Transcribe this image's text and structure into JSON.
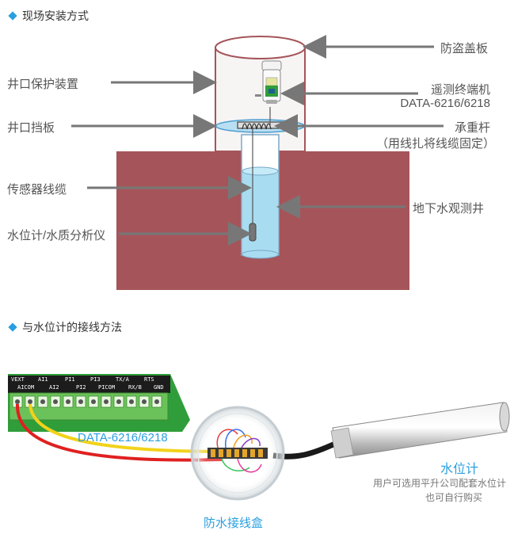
{
  "section1": {
    "title": "现场安装方式"
  },
  "section2": {
    "title": "与水位计的接线方法"
  },
  "labels_left": {
    "well_protection": "井口保护装置",
    "well_baffle": "井口挡板",
    "sensor_cable": "传感器线缆",
    "water_level_meter": "水位计/水质分析仪"
  },
  "labels_right": {
    "anti_theft_cover": "防盗盖板",
    "terminal_line1": "遥测终端机",
    "terminal_line2": "DATA-6216/6218",
    "bearing_rod_line1": "承重杆",
    "bearing_rod_line2": "（用线扎将线缆固定）",
    "groundwater_well": "地下水观测井"
  },
  "wiring": {
    "terminal_label": "DATA-6216/6218",
    "junction_box": "防水接线盒",
    "water_gauge": "水位计",
    "note_line1": "用户可选用平升公司配套水位计",
    "note_line2": "也可自行购买",
    "terminal_top_labels": [
      "VEXT",
      "AI1",
      "PI1",
      "PI3",
      "TX/A",
      "RTS"
    ],
    "terminal_bottom_labels": [
      "AICOM",
      "AI2",
      "PI2",
      "PICOM",
      "RX/B",
      "GND"
    ]
  },
  "colors": {
    "accent": "#2a9fe0",
    "ground": "#a5555a",
    "water": "#a8dcf0",
    "pcb_green": "#2f9e3a",
    "terminal_green": "#6cc25a",
    "arrow_gray": "#777777"
  }
}
